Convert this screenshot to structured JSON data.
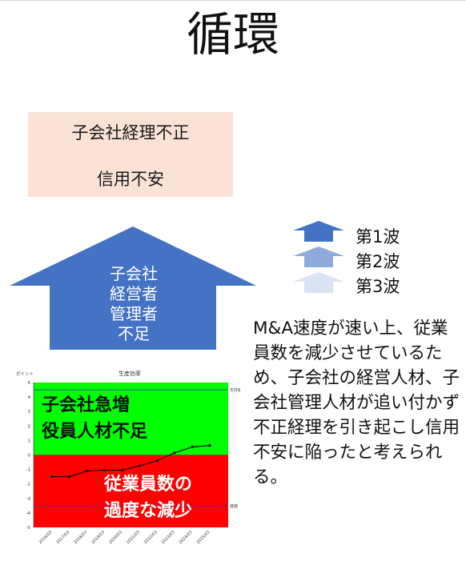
{
  "title": "循環",
  "pink_box": {
    "line1": "子会社経理不正",
    "line2": "信用不安"
  },
  "big_arrow": {
    "lines": [
      "子会社",
      "経営者",
      "管理者",
      "不足"
    ],
    "color": "#4472c4"
  },
  "legend": [
    {
      "label": "第1波",
      "color": "#4472c4"
    },
    {
      "label": "第2波",
      "color": "#8faadc"
    },
    {
      "label": "第3波",
      "color": "#dae3f3"
    }
  ],
  "explanation": "M&A速度が速い上、従業員数を減少させているため、子会社の経営人材、子会社管理人材が追い付かず不正経理を引き起こし信用不安に陥ったと考えられる。",
  "overlay_green": [
    "子会社急増",
    "役員人材不足"
  ],
  "overlay_red": [
    "従業員数の",
    "過度な減少"
  ],
  "chart_data": {
    "type": "line",
    "title": "生産効率",
    "ylabel": "ポイント",
    "ylim": [
      -5,
      5
    ],
    "yticks": [
      "5",
      "4",
      "3",
      "2",
      "1",
      "0",
      "-1",
      "-2",
      "-3",
      "-4",
      "-5"
    ],
    "categories": [
      "2016/03",
      "2017/03",
      "2018/03",
      "2019/03",
      "2020/03",
      "2021/03",
      "2022/03",
      "2023/03",
      "2024/03",
      "2025/03"
    ],
    "values": [
      -1.5,
      -1.5,
      -1.1,
      -1.05,
      -1.05,
      -0.75,
      -0.4,
      0.15,
      0.55,
      0.65
    ],
    "upper_line": {
      "label": "天井値",
      "value": 4.5
    },
    "lower_line": {
      "label": "底値",
      "value": -3.5
    },
    "colors": {
      "upper": "#00ff00",
      "lower": "#ff0000",
      "series": "#000000"
    }
  }
}
